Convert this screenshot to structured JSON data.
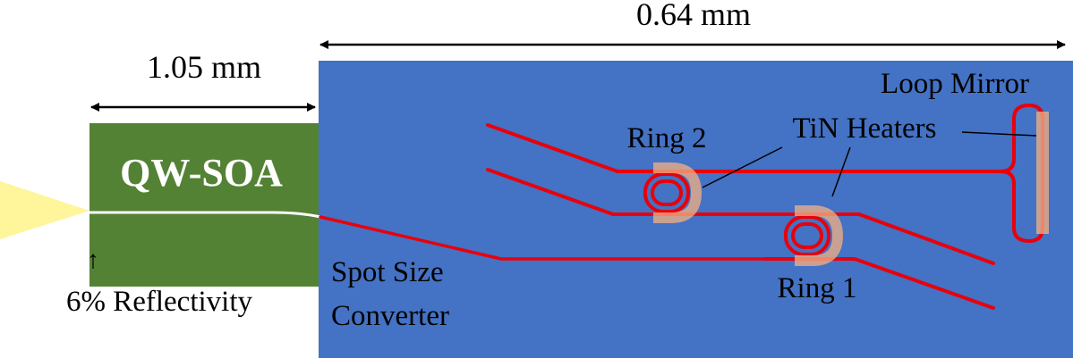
{
  "dimensions": {
    "top_span": "0.64 mm",
    "soa_span": "1.05 mm"
  },
  "labels": {
    "soa": "QW-SOA",
    "reflectivity": "6% Reflectivity",
    "ssc_line1": "Spot Size",
    "ssc_line2": "Converter",
    "ring1": "Ring 1",
    "ring2": "Ring 2",
    "heaters": "TiN Heaters",
    "loop_mirror": "Loop Mirror",
    "reflectivity_arrow": "↑"
  },
  "colors": {
    "chip_background": "#4472C4",
    "soa_block": "#548235",
    "waveguide": "#E8000B",
    "heater": "#F4B183",
    "input_beam": "#FFF59A",
    "soa_waveguide": "#FFFFFF",
    "text_dark": "#000000",
    "text_light": "#FFFFFF"
  }
}
